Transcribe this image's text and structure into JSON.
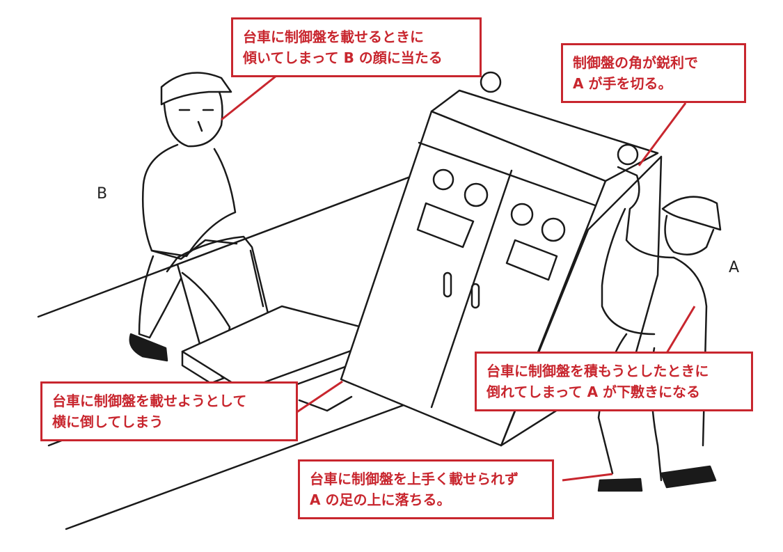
{
  "labels": {
    "person_b": "B",
    "person_a": "A"
  },
  "callouts": {
    "face_hit": [
      "台車に制御盤を載せるときに",
      "傾いてしまって B の顔に当たる"
    ],
    "corner_cut": [
      "制御盤の角が鋭利で",
      "A が手を切る。"
    ],
    "tip_over": [
      "台車に制御盤を載せようとして",
      "横に倒してしまう"
    ],
    "crushed": [
      "台車に制御盤を積もうとしたときに",
      "倒れてしまって A が下敷きになる"
    ],
    "foot_drop": [
      "台車に制御盤を上手く載せられず",
      "A の足の上に落ちる。"
    ]
  },
  "colors": {
    "callout_red": "#c8262e",
    "line_art": "#1a1a1a"
  }
}
